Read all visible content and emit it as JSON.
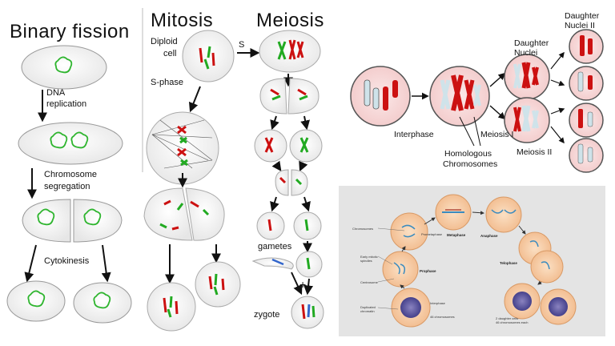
{
  "binary_fission": {
    "title": "Binary fission",
    "labels": [
      "DNA",
      "replication",
      "Chromosome",
      "segregation",
      "Cytokinesis"
    ]
  },
  "mitosis": {
    "title": "Mitosis",
    "labels": [
      "Diploid",
      "cell",
      "S-phase"
    ]
  },
  "meiosis": {
    "title": "Meiosis",
    "s_label": "S",
    "labels": [
      "gametes",
      "zygote"
    ]
  },
  "meiosis_panel": {
    "labels": [
      "Daughter",
      "Nuclei II",
      "Daughter",
      "Nuclei",
      "Interphase",
      "Meiosis I",
      "Meiosis II",
      "Homologous",
      "Chromosomes"
    ]
  },
  "mitosis_cycle": {
    "labels": [
      "Chromosomes",
      "Prometaphase",
      "Metaphase",
      "Anaphase",
      "Telophase",
      "Early mitotic",
      "spindles",
      "Prophase",
      "Centrosome",
      "Duplicated",
      "chromatin",
      "Interphase",
      "46 chromosomes",
      "2 daughter cells",
      "46 chromosomes each"
    ]
  },
  "colors": {
    "chrom_red": "#cc1111",
    "chrom_green": "#22aa22",
    "cell_pink": "#f6d6d6",
    "orange_cell": "#f7c9a0",
    "panel_gray": "#e4e4e4"
  }
}
